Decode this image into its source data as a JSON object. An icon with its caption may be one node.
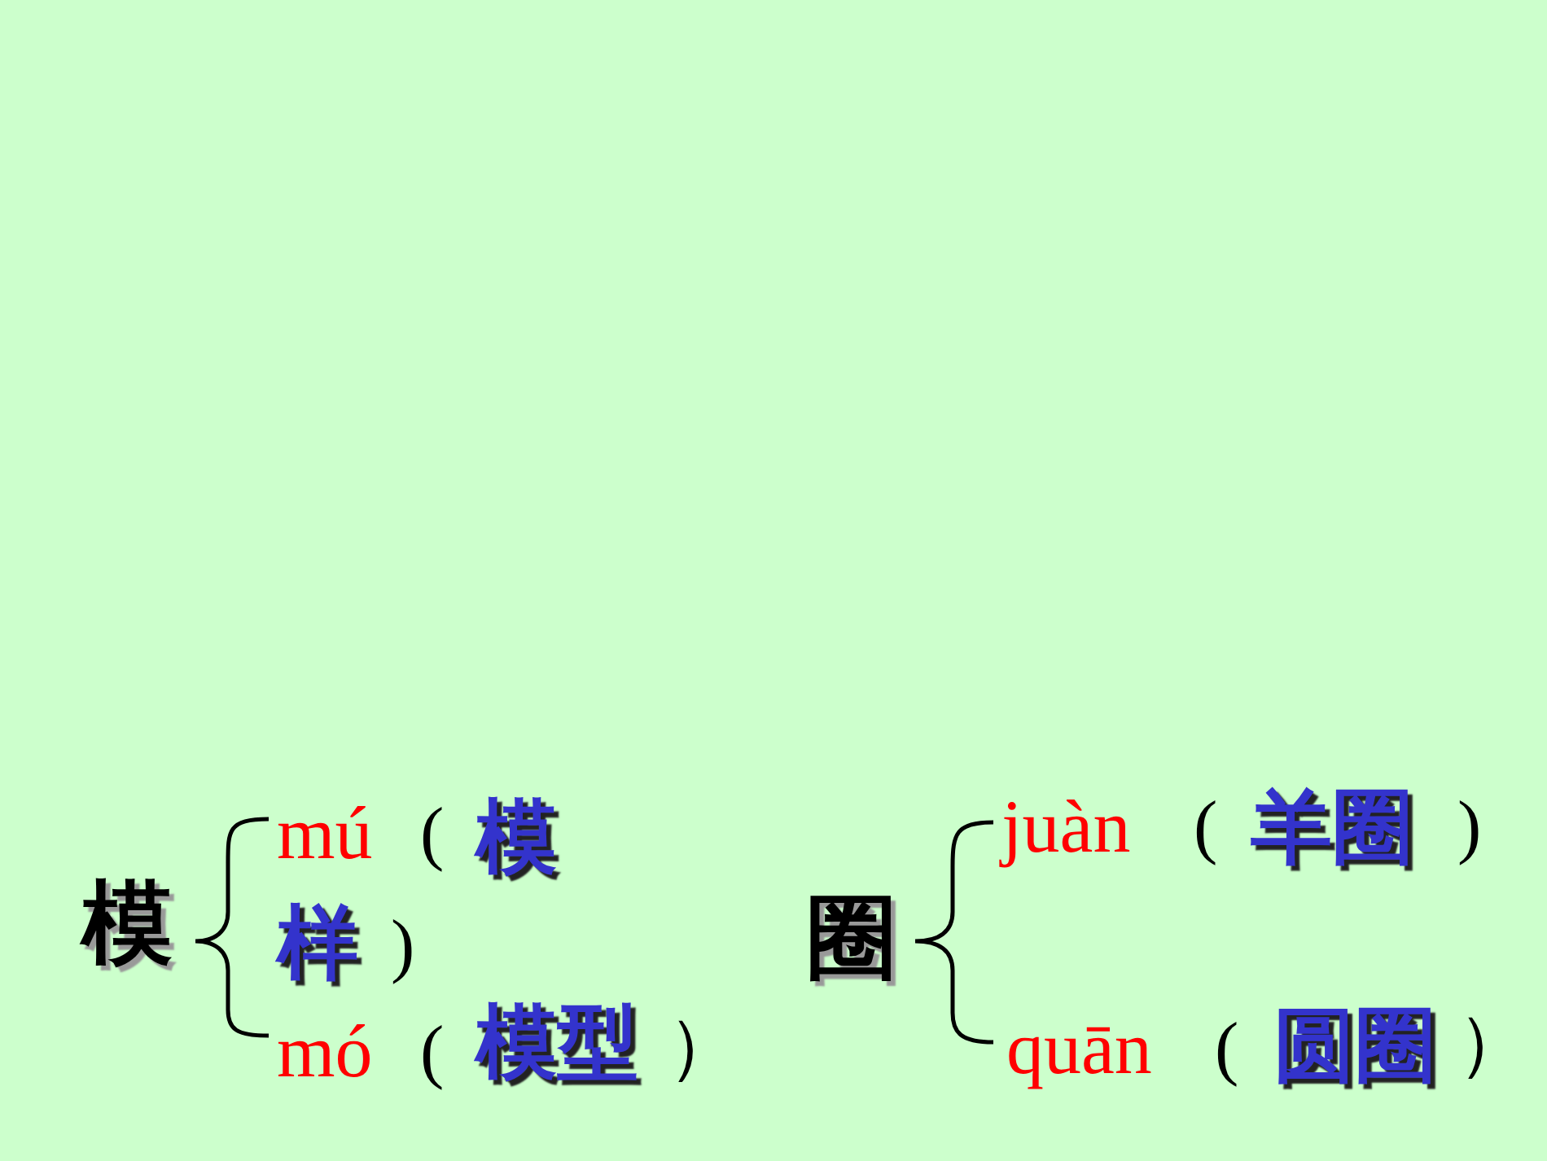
{
  "diagram": {
    "labels": [
      "模",
      "mú",
      "(",
      "模样",
      ")",
      "mó",
      "(",
      "模型",
      "）",
      "圈",
      "juàn",
      "(",
      "羊圈",
      ")",
      "quān",
      "(",
      "圆圈",
      "）"
    ]
  }
}
